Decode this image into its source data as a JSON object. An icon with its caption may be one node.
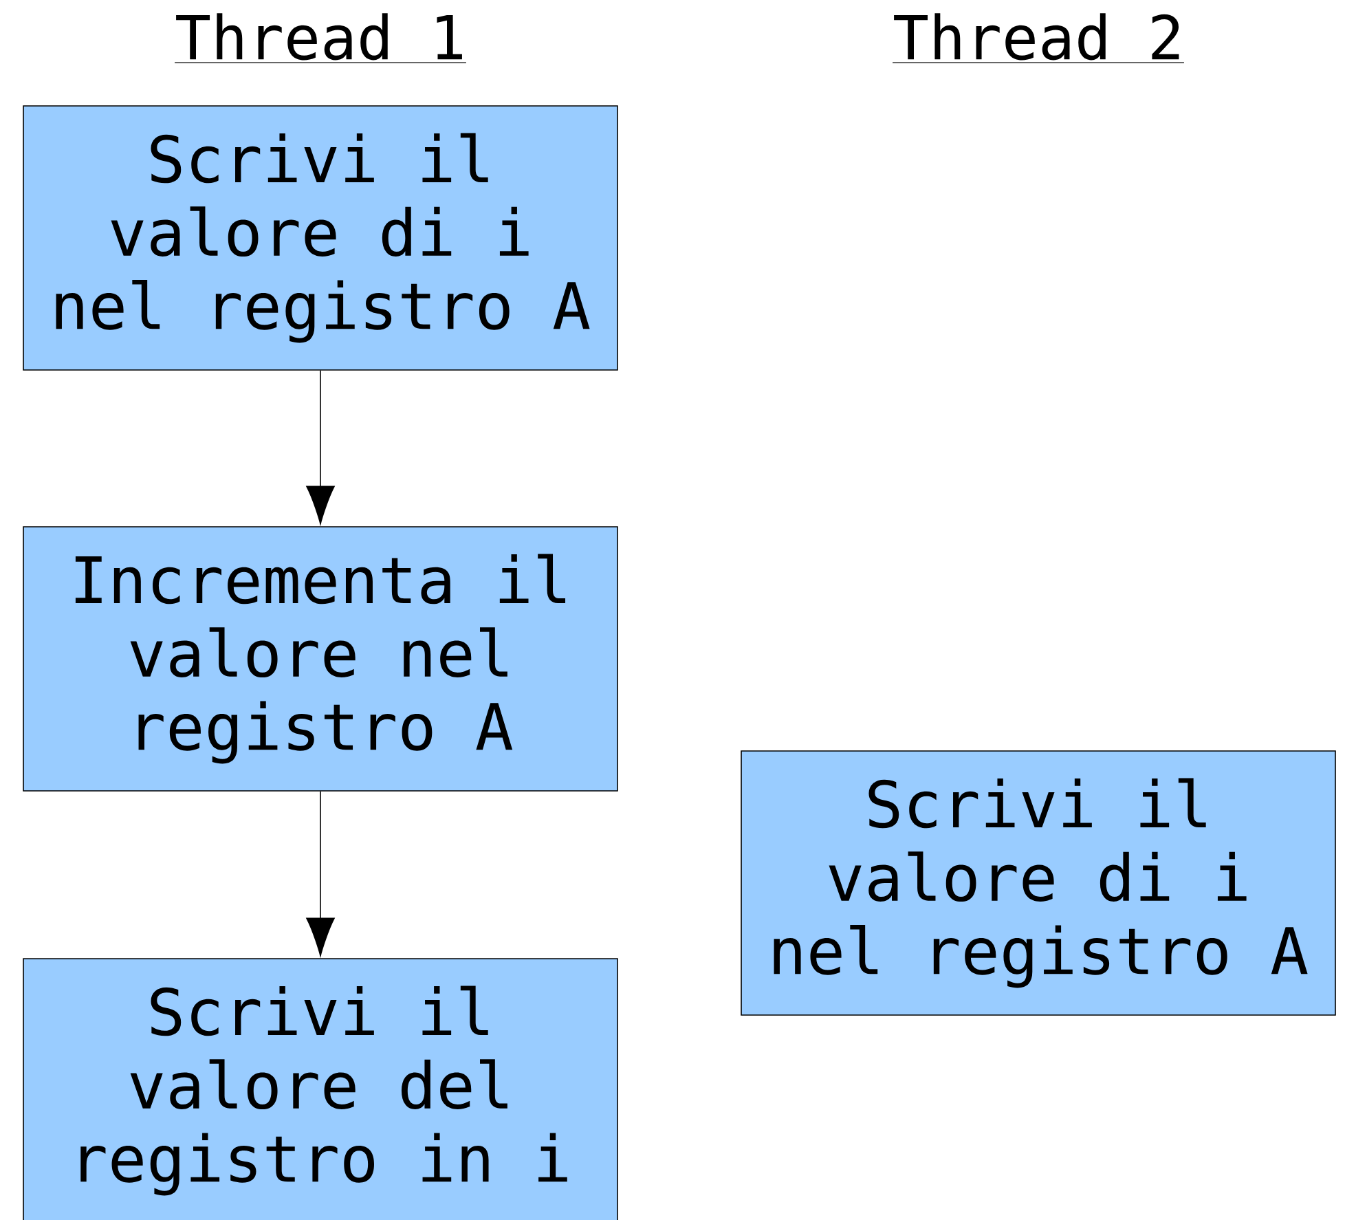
{
  "diagram": {
    "nodes": [
      {
        "text": [
          "Scrivi il valore di i nel registro A"
        ]
      },
      {
        "text": [
          "Incrementa il valore nel registro A"
        ]
      },
      {
        "text": [
          "Scrivi il valore del registro in i"
        ]
      },
      {
        "text": [
          "Scrivi il valore di i nel registro A"
        ]
      }
    ],
    "edges": [
      {
        "from": 0,
        "to": 1,
        "arrow": "to"
      },
      {
        "from": 1,
        "to": 2,
        "arrow": "to"
      }
    ],
    "labels": [
      "Thread 1",
      "Thread 2"
    ]
  }
}
